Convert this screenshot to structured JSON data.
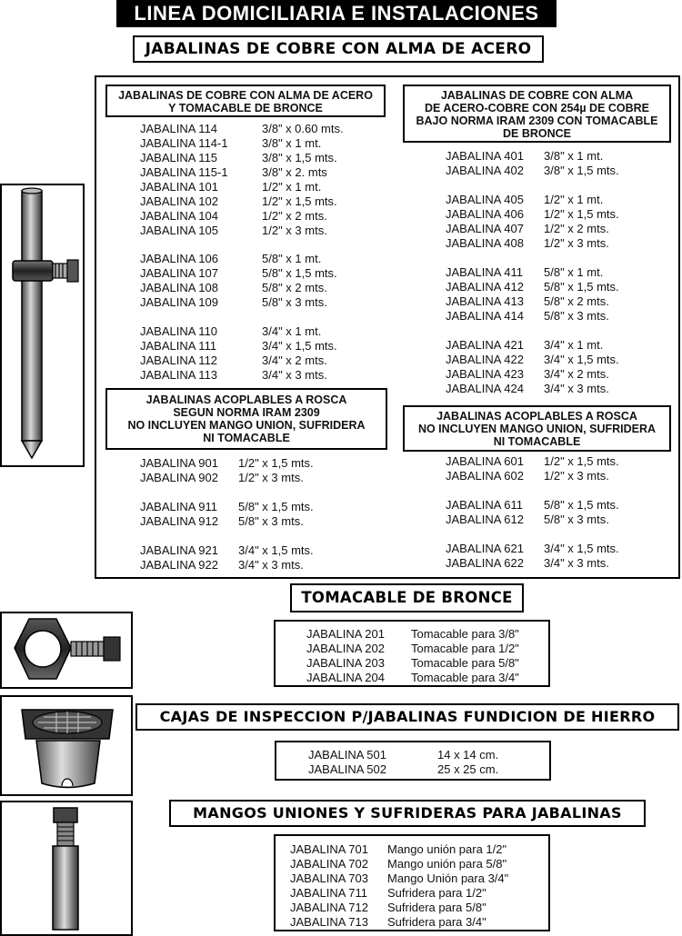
{
  "header": "LINEA DOMICILIARIA E INSTALACIONES",
  "section_jabalinas": "JABALINAS DE COBRE CON ALMA DE ACERO",
  "left_top": {
    "label": [
      "JABALINAS DE COBRE CON ALMA DE ACERO",
      "Y TOMACABLE DE BRONCE"
    ],
    "items": [
      {
        "code": "JABALINA 114",
        "size": "3/8” x 0.60 mts."
      },
      {
        "code": "JABALINA 114-1",
        "size": "3/8\" x 1 mt."
      },
      {
        "code": "JABALINA 115",
        "size": "3/8\" x 1,5 mts."
      },
      {
        "code": "JABALINA 115-1",
        "size": "3/8\" x 2. mts"
      },
      {
        "code": "JABALINA 101",
        "size": "1/2\" x 1 mt."
      },
      {
        "code": "JABALINA 102",
        "size": "1/2\" x 1,5 mts."
      },
      {
        "code": "JABALINA 104",
        "size": "1/2\" x 2 mts."
      },
      {
        "code": "JABALINA 105",
        "size": "1/2\" x 3 mts."
      },
      {
        "code": "JABALINA 106",
        "size": "5/8\" x 1 mt."
      },
      {
        "code": "JABALINA 107",
        "size": "5/8\" x 1,5 mts."
      },
      {
        "code": "JABALINA 108",
        "size": "5/8\" x 2 mts."
      },
      {
        "code": "JABALINA 109",
        "size": "5/8\" x 3 mts."
      },
      {
        "code": "JABALINA 110",
        "size": "3/4\" x 1 mt."
      },
      {
        "code": "JABALINA 111",
        "size": "3/4\" x 1,5 mts."
      },
      {
        "code": "JABALINA 112",
        "size": "3/4\" x 2 mts."
      },
      {
        "code": "JABALINA 113",
        "size": "3/4\" x 3 mts."
      }
    ]
  },
  "right_top": {
    "label": [
      "JABALINAS DE COBRE CON ALMA",
      "DE ACERO-COBRE CON 254µ DE COBRE",
      "BAJO NORMA IRAM 2309 CON TOMACABLE",
      "DE BRONCE"
    ],
    "items": [
      {
        "code": "JABALINA 401",
        "size": "3/8\" x 1 mt."
      },
      {
        "code": "JABALINA 402",
        "size": "3/8\" x 1,5 mts."
      },
      {
        "code": "JABALINA 405",
        "size": "1/2\" x 1 mt."
      },
      {
        "code": "JABALINA 406",
        "size": "1/2\" x 1,5 mts."
      },
      {
        "code": "JABALINA 407",
        "size": "1/2\" x 2 mts."
      },
      {
        "code": "JABALINA 408",
        "size": "1/2\" x 3 mts."
      },
      {
        "code": "JABALINA 411",
        "size": "5/8\" x 1 mt."
      },
      {
        "code": "JABALINA 412",
        "size": "5/8\" x 1,5 mts."
      },
      {
        "code": "JABALINA 413",
        "size": "5/8\" x 2 mts."
      },
      {
        "code": "JABALINA 414",
        "size": "5/8\" x 3 mts."
      },
      {
        "code": "JABALINA 421",
        "size": "3/4\" x 1 mt."
      },
      {
        "code": "JABALINA 422",
        "size": "3/4\" x 1,5 mts."
      },
      {
        "code": "JABALINA 423",
        "size": "3/4\" x 2 mts."
      },
      {
        "code": "JABALINA 424",
        "size": "3/4\" x 3 mts."
      }
    ]
  },
  "left_bottom": {
    "label": [
      "JABALINAS ACOPLABLES A ROSCA",
      "SEGUN NORMA IRAM 2309",
      "NO INCLUYEN MANGO UNION, SUFRIDERA",
      "NI TOMACABLE"
    ],
    "items": [
      {
        "code": "JABALINA 901",
        "size": "1/2\" x 1,5 mts."
      },
      {
        "code": "JABALINA 902",
        "size": "1/2\" x 3 mts."
      },
      {
        "code": "JABALINA 911",
        "size": "5/8\" x 1,5 mts."
      },
      {
        "code": "JABALINA 912",
        "size": "5/8\" x 3 mts."
      },
      {
        "code": "JABALINA 921",
        "size": "3/4\" x 1,5 mts."
      },
      {
        "code": "JABALINA 922",
        "size": "3/4\" x 3 mts."
      }
    ]
  },
  "right_bottom": {
    "label": [
      "JABALINAS ACOPLABLES A ROSCA",
      "NO INCLUYEN MANGO UNION, SUFRIDERA",
      "NI TOMACABLE"
    ],
    "items": [
      {
        "code": "JABALINA 601",
        "size": "1/2\" x 1,5 mts."
      },
      {
        "code": "JABALINA 602",
        "size": "1/2\" x 3 mts."
      },
      {
        "code": "JABALINA 611",
        "size": "5/8\" x 1,5 mts."
      },
      {
        "code": "JABALINA 612",
        "size": "5/8\" x 3 mts."
      },
      {
        "code": "JABALINA 621",
        "size": "3/4\" x 1,5 mts."
      },
      {
        "code": "JABALINA 622",
        "size": "3/4\" x 3 mts."
      }
    ]
  },
  "tomacable": {
    "title": "TOMACABLE DE BRONCE",
    "items": [
      {
        "code": "JABALINA 201",
        "desc": "Tomacable para 3/8\""
      },
      {
        "code": "JABALINA 202",
        "desc": "Tomacable para 1/2\""
      },
      {
        "code": "JABALINA 203",
        "desc": "Tomacable para 5/8\""
      },
      {
        "code": "JABALINA 204",
        "desc": "Tomacable para 3/4\""
      }
    ]
  },
  "cajas": {
    "title": "CAJAS DE INSPECCION P/JABALINAS FUNDICION DE HIERRO",
    "items": [
      {
        "code": "JABALINA 501",
        "desc": "14 x 14 cm."
      },
      {
        "code": "JABALINA 502",
        "desc": "25 x 25 cm."
      }
    ]
  },
  "mangos": {
    "title": "MANGOS UNIONES Y SUFRIDERAS PARA JABALINAS",
    "items": [
      {
        "code": "JABALINA 701",
        "desc": "Mango unión para 1/2\""
      },
      {
        "code": "JABALINA 702",
        "desc": "Mango unión para 5/8\""
      },
      {
        "code": "JABALINA 703",
        "desc": "Mango Unión para 3/4\""
      },
      {
        "code": "JABALINA 711",
        "desc": "Sufridera para 1/2\""
      },
      {
        "code": "JABALINA 712",
        "desc": "Sufridera para 5/8\""
      },
      {
        "code": "JABALINA 713",
        "desc": "Sufridera para 3/4\""
      }
    ]
  }
}
